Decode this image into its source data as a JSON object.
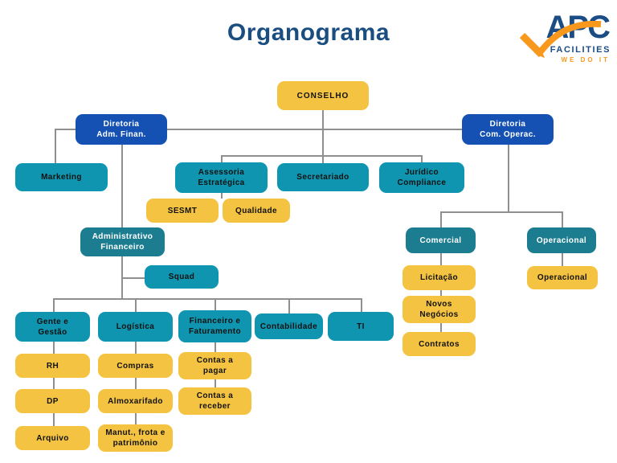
{
  "title": "Organograma",
  "logo": {
    "brand": "APC",
    "sub": "FACILITIES",
    "tagline": "WE DO IT",
    "blue": "#1A4C85",
    "orange": "#F8991D"
  },
  "colors": {
    "yellow": "#F4C341",
    "teal": "#0F95AF",
    "teal_dark": "#1C7D91",
    "blue": "#1451B3",
    "title_blue": "#1B4E80",
    "connector_gray": "#8F8F8F"
  },
  "nodes": {
    "conselho": "CONSELHO",
    "diretoria_adm": "Diretoria\nAdm. Finan.",
    "diretoria_com": "Diretoria\nCom. Operac.",
    "marketing": "Marketing",
    "assessoria": "Assessoria\nEstratégica",
    "secretariado": "Secretariado",
    "juridico": "Jurídico\nCompliance",
    "sesmt": "SESMT",
    "qualidade": "Qualidade",
    "adm_financeiro": "Administrativo\nFinanceiro",
    "squad": "Squad",
    "gente_gestao": "Gente e\nGestão",
    "logistica": "Logística",
    "financeiro_faturamento": "Financeiro e\nFaturamento",
    "contabilidade": "Contabilidade",
    "ti": "TI",
    "rh": "RH",
    "compras": "Compras",
    "contas_pagar": "Contas a\npagar",
    "dp": "DP",
    "almoxarifado": "Almoxarifado",
    "contas_receber": "Contas a\nreceber",
    "arquivo": "Arquivo",
    "manutencao": "Manut., frota e\npatrimônio",
    "comercial": "Comercial",
    "operacional": "Operacional",
    "licitacao": "Licitação",
    "operacional_sub": "Operacional",
    "novos_negocios": "Novos\nNegócios",
    "contratos": "Contratos"
  }
}
